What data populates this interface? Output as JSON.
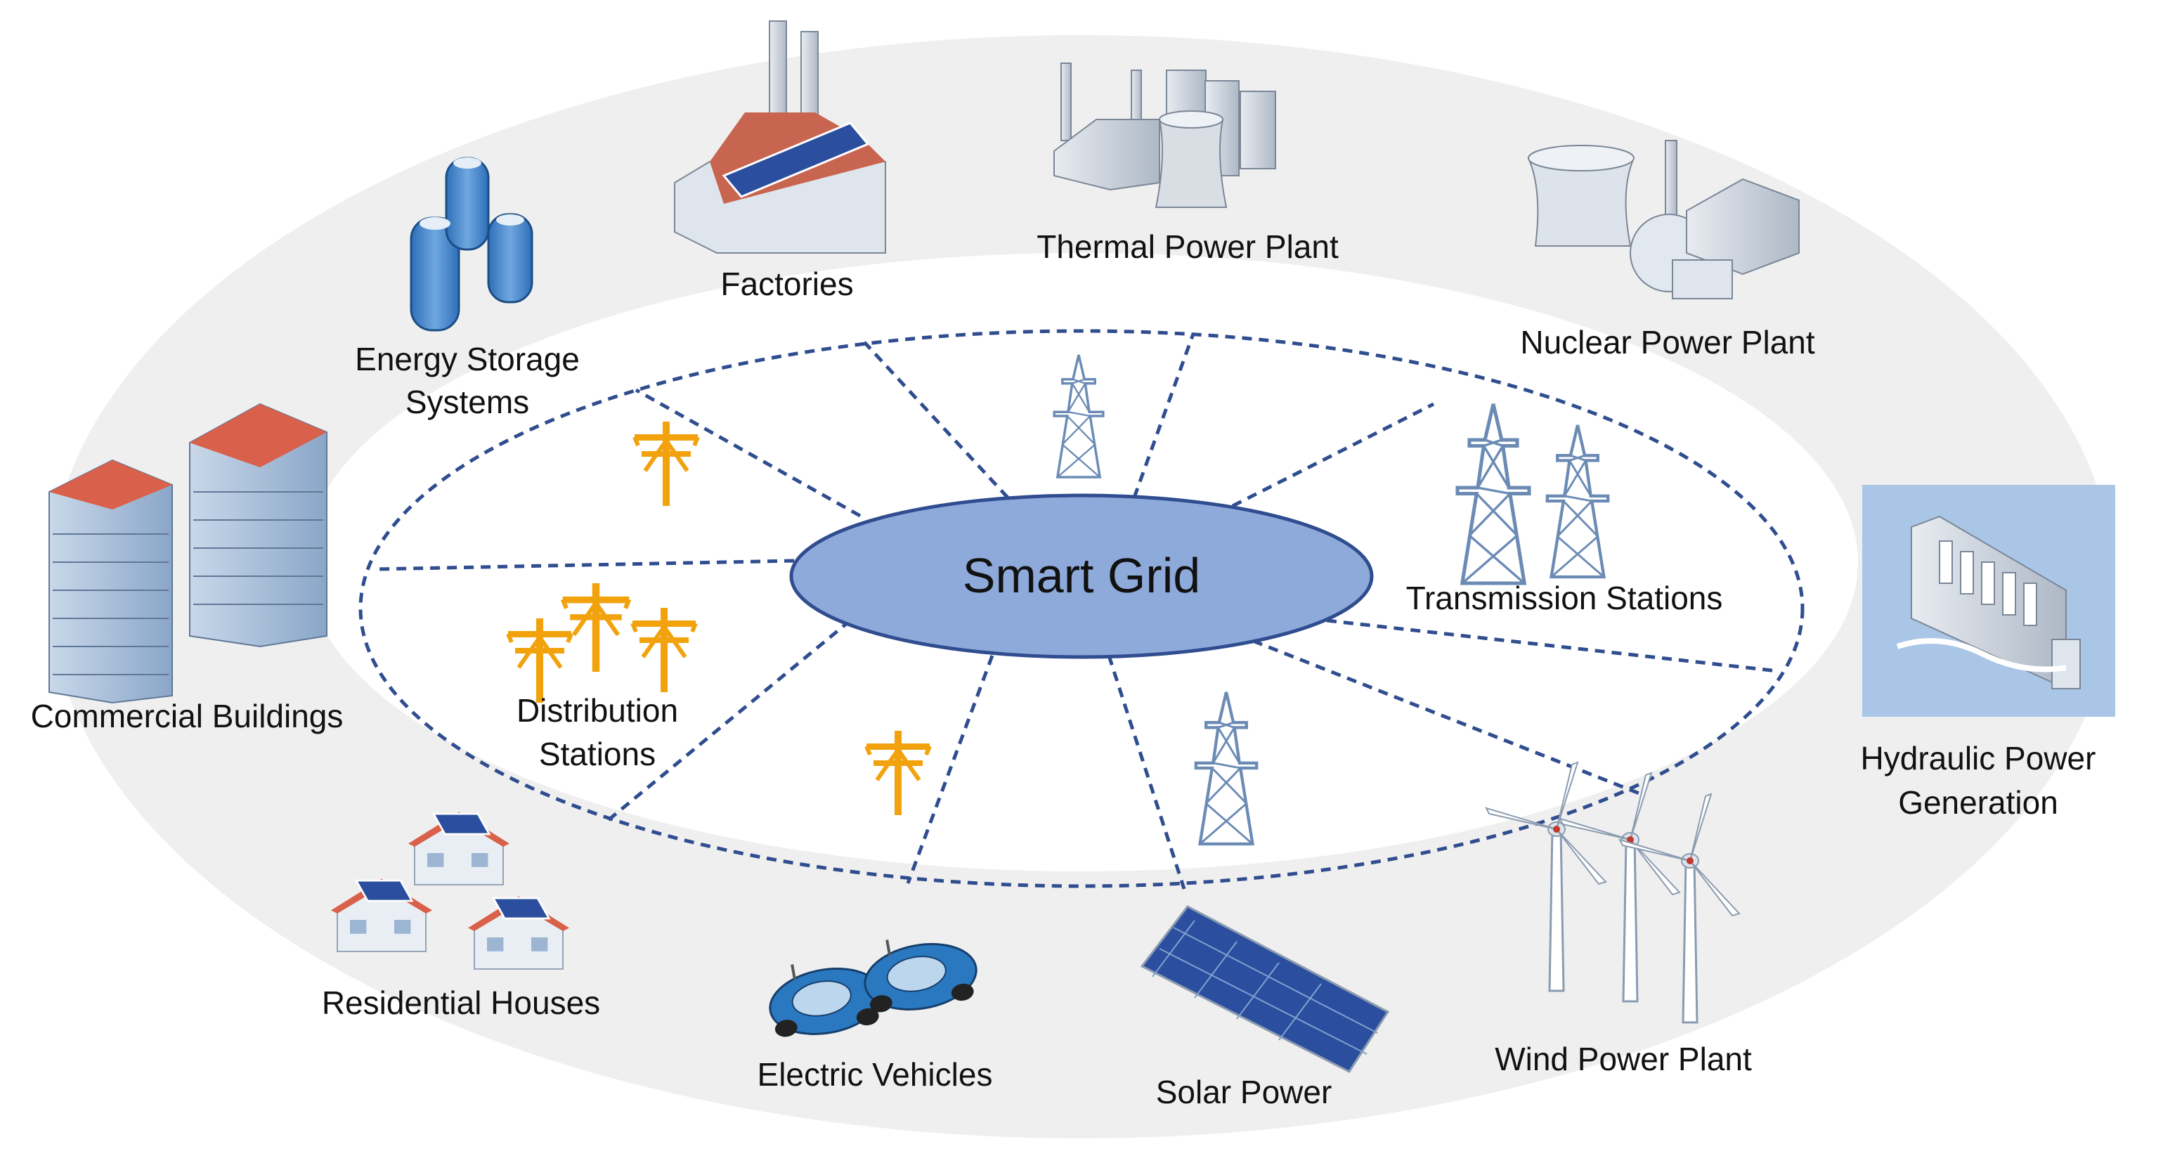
{
  "center": {
    "label": "Smart Grid"
  },
  "outer_ring": {
    "thermal": "Thermal Power Plant",
    "factories": "Factories",
    "storage_line1": "Energy Storage",
    "storage_line2": "Systems",
    "nuclear": "Nuclear Power Plant",
    "commercial": "Commercial Buildings",
    "hydraulic_line1": "Hydraulic Power",
    "hydraulic_line2": "Generation",
    "residential": "Residential Houses",
    "electric_vehicles": "Electric Vehicles",
    "solar": "Solar Power",
    "wind": "Wind Power Plant"
  },
  "inner_ring": {
    "transmission": "Transmission Stations",
    "distribution_line1": "Distribution",
    "distribution_line2": "Stations"
  },
  "colors": {
    "ring_fill": "#efefef",
    "center_fill": "#8eaadb",
    "dashed_line": "#2f4d8f",
    "pole": "#f2a20d",
    "tower": "#6b8bb5",
    "solar_panel": "#2b4f9e",
    "car": "#2a78c0"
  }
}
